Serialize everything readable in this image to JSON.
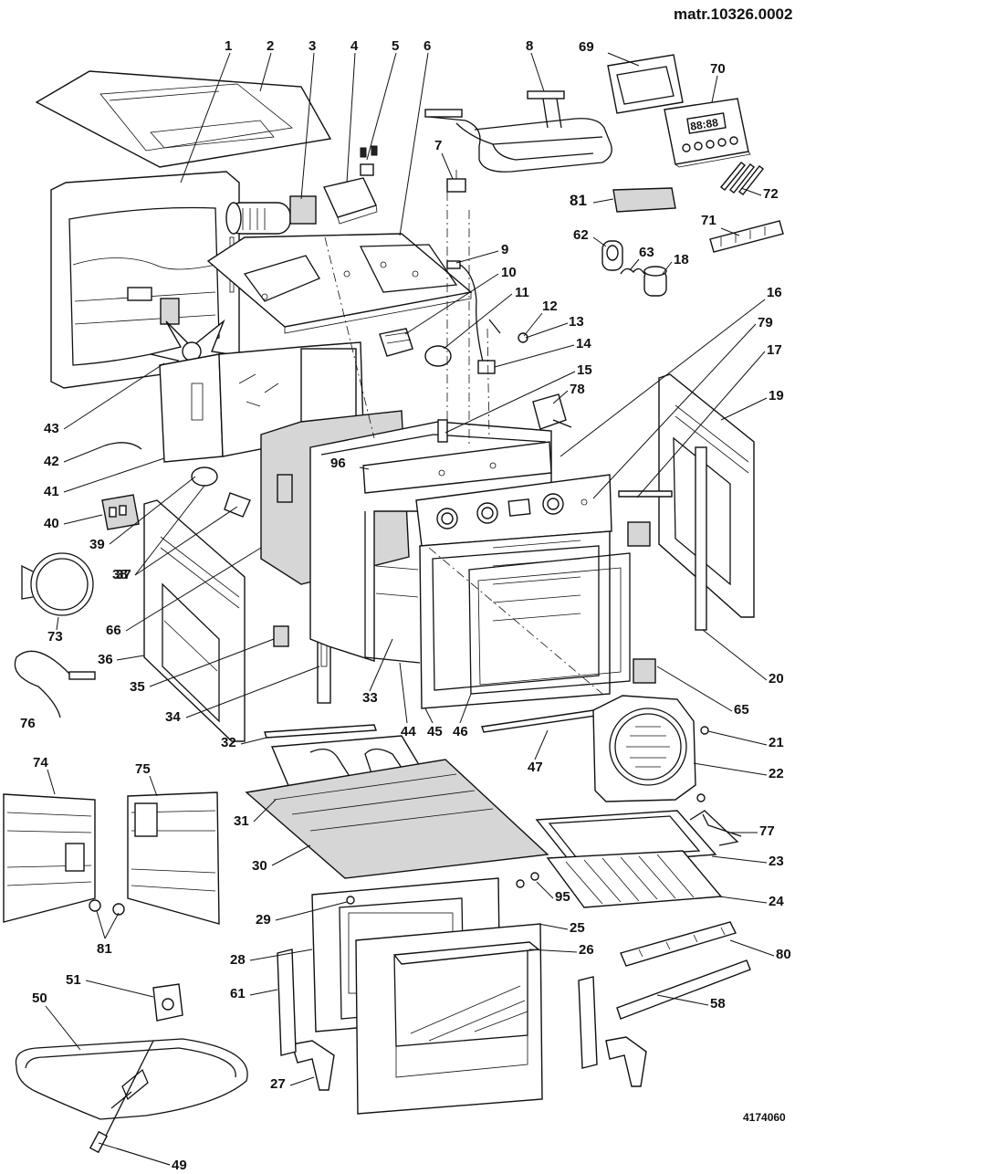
{
  "header": {
    "matr": "matr.10326.0002"
  },
  "footer": {
    "drawing_code": "4174060"
  },
  "parts": [
    {
      "id": "p1",
      "label": "1"
    },
    {
      "id": "p2",
      "label": "2"
    },
    {
      "id": "p3",
      "label": "3"
    },
    {
      "id": "p4",
      "label": "4"
    },
    {
      "id": "p5",
      "label": "5"
    },
    {
      "id": "p6",
      "label": "6"
    },
    {
      "id": "p7",
      "label": "7"
    },
    {
      "id": "p8",
      "label": "8"
    },
    {
      "id": "p9",
      "label": "9"
    },
    {
      "id": "p10",
      "label": "10"
    },
    {
      "id": "p11",
      "label": "11"
    },
    {
      "id": "p12",
      "label": "12"
    },
    {
      "id": "p13",
      "label": "13"
    },
    {
      "id": "p14",
      "label": "14"
    },
    {
      "id": "p15",
      "label": "15"
    },
    {
      "id": "p16",
      "label": "16"
    },
    {
      "id": "p17",
      "label": "17"
    },
    {
      "id": "p18",
      "label": "18"
    },
    {
      "id": "p19",
      "label": "19"
    },
    {
      "id": "p20",
      "label": "20"
    },
    {
      "id": "p21",
      "label": "21"
    },
    {
      "id": "p22",
      "label": "22"
    },
    {
      "id": "p23",
      "label": "23"
    },
    {
      "id": "p24",
      "label": "24"
    },
    {
      "id": "p25",
      "label": "25"
    },
    {
      "id": "p26",
      "label": "26"
    },
    {
      "id": "p27",
      "label": "27"
    },
    {
      "id": "p28",
      "label": "28"
    },
    {
      "id": "p29",
      "label": "29"
    },
    {
      "id": "p30",
      "label": "30"
    },
    {
      "id": "p31",
      "label": "31"
    },
    {
      "id": "p32",
      "label": "32"
    },
    {
      "id": "p33",
      "label": "33"
    },
    {
      "id": "p34",
      "label": "34"
    },
    {
      "id": "p35",
      "label": "35"
    },
    {
      "id": "p36",
      "label": "36"
    },
    {
      "id": "p37",
      "label": "37"
    },
    {
      "id": "p38",
      "label": "38"
    },
    {
      "id": "p39",
      "label": "39"
    },
    {
      "id": "p40",
      "label": "40"
    },
    {
      "id": "p41",
      "label": "41"
    },
    {
      "id": "p42",
      "label": "42"
    },
    {
      "id": "p43",
      "label": "43"
    },
    {
      "id": "p44",
      "label": "44"
    },
    {
      "id": "p45",
      "label": "45"
    },
    {
      "id": "p46",
      "label": "46"
    },
    {
      "id": "p47",
      "label": "47"
    },
    {
      "id": "p49",
      "label": "49"
    },
    {
      "id": "p50",
      "label": "50"
    },
    {
      "id": "p51",
      "label": "51"
    },
    {
      "id": "p58",
      "label": "58"
    },
    {
      "id": "p61",
      "label": "61"
    },
    {
      "id": "p62",
      "label": "62"
    },
    {
      "id": "p63",
      "label": "63"
    },
    {
      "id": "p65",
      "label": "65"
    },
    {
      "id": "p66",
      "label": "66"
    },
    {
      "id": "p69",
      "label": "69"
    },
    {
      "id": "p70",
      "label": "70"
    },
    {
      "id": "p71",
      "label": "71"
    },
    {
      "id": "p72",
      "label": "72"
    },
    {
      "id": "p73",
      "label": "73"
    },
    {
      "id": "p74",
      "label": "74"
    },
    {
      "id": "p75",
      "label": "75"
    },
    {
      "id": "p76",
      "label": "76"
    },
    {
      "id": "p77",
      "label": "77"
    },
    {
      "id": "p78",
      "label": "78"
    },
    {
      "id": "p79",
      "label": "79"
    },
    {
      "id": "p80",
      "label": "80"
    },
    {
      "id": "p81a",
      "label": "81"
    },
    {
      "id": "p81b",
      "label": "81"
    },
    {
      "id": "p95",
      "label": "95"
    },
    {
      "id": "p96",
      "label": "96"
    }
  ],
  "clock_display": "88:88"
}
